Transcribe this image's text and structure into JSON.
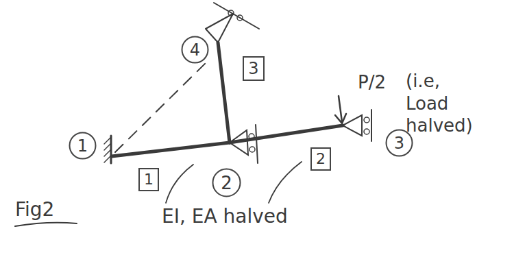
{
  "diagram": {
    "nodes": [
      {
        "text": [
          "4"
        ]
      },
      {
        "text": [
          "3"
        ]
      },
      {
        "text": [
          "1"
        ]
      },
      {
        "text": [
          "1"
        ]
      },
      {
        "text": [
          "2"
        ]
      },
      {
        "text": [
          "2"
        ]
      },
      {
        "text": [
          "3"
        ]
      }
    ],
    "labels": [
      "P/2",
      "(i.e, Load halved)",
      "EI, EA halved",
      "Fig2"
    ]
  }
}
